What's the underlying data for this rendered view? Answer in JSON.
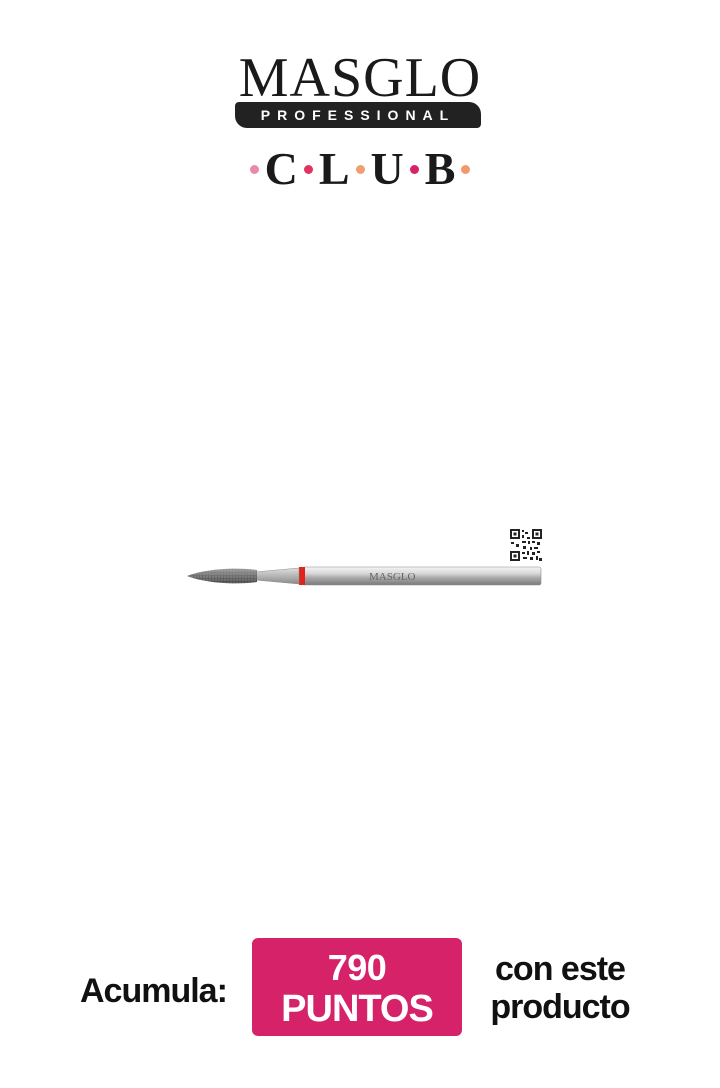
{
  "brand": {
    "name": "MASGLO",
    "tagline": "PROFESSIONAL",
    "club_letters": [
      "C",
      "L",
      "U",
      "B"
    ],
    "club_dot_colors": [
      "#e88aa8",
      "#e0335f",
      "#f0a070",
      "#d62269",
      "#f29a6b"
    ]
  },
  "product": {
    "engraving": "MASGLO",
    "band_color": "#e0241b",
    "qr_icon": "qr-code-icon"
  },
  "footer": {
    "lead": "Acumula:",
    "points_value": "790",
    "points_label": "PUNTOS",
    "trail_line1": "con este",
    "trail_line2": "producto",
    "badge_color": "#d62269"
  }
}
